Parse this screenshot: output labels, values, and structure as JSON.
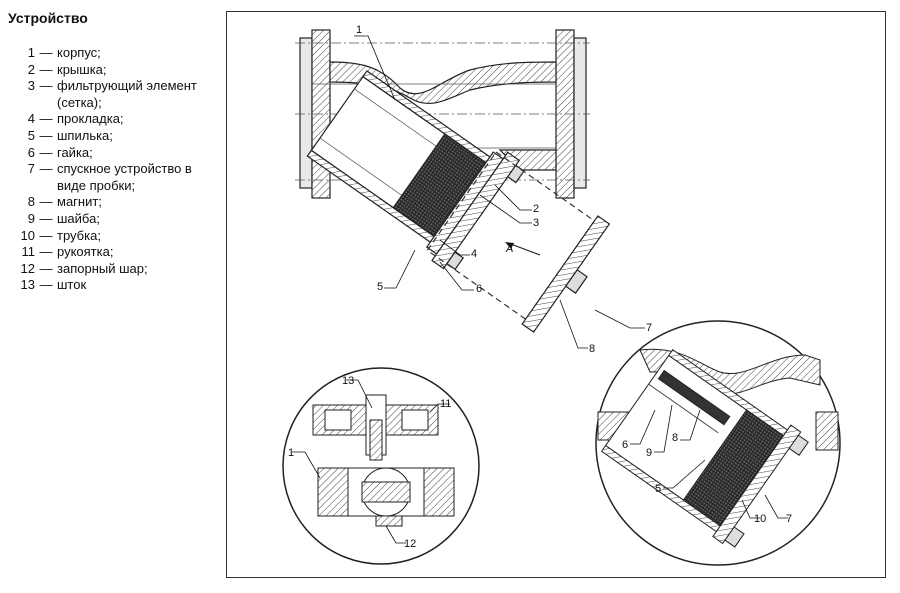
{
  "title": "Устройство",
  "legend": [
    {
      "num": "1",
      "dash": "—",
      "text": "корпус;"
    },
    {
      "num": "2",
      "dash": "—",
      "text": "крышка;"
    },
    {
      "num": "3",
      "dash": "—",
      "text": "фильтрующий элемент (сетка);"
    },
    {
      "num": "4",
      "dash": "—",
      "text": "прокладка;"
    },
    {
      "num": "5",
      "dash": "—",
      "text": "шпилька;"
    },
    {
      "num": "6",
      "dash": "—",
      "text": "гайка;"
    },
    {
      "num": "7",
      "dash": "—",
      "text": "спускное устройство в виде пробки;"
    },
    {
      "num": "8",
      "dash": "—",
      "text": "магнит;"
    },
    {
      "num": "9",
      "dash": "—",
      "text": "шайба;"
    },
    {
      "num": "10",
      "dash": "—",
      "text": "трубка;"
    },
    {
      "num": "11",
      "dash": "—",
      "text": "рукоятка;"
    },
    {
      "num": "12",
      "dash": "—",
      "text": "запорный шар;"
    },
    {
      "num": "13",
      "dash": "—",
      "text": "шток"
    }
  ],
  "drawing": {
    "view_label": "А",
    "callouts_main": [
      "1",
      "2",
      "3",
      "4",
      "5",
      "6",
      "7",
      "8"
    ],
    "callouts_valve": [
      "13",
      "11",
      "1",
      "12"
    ],
    "callouts_detail": [
      "6",
      "9",
      "8",
      "5",
      "10",
      "7"
    ]
  }
}
